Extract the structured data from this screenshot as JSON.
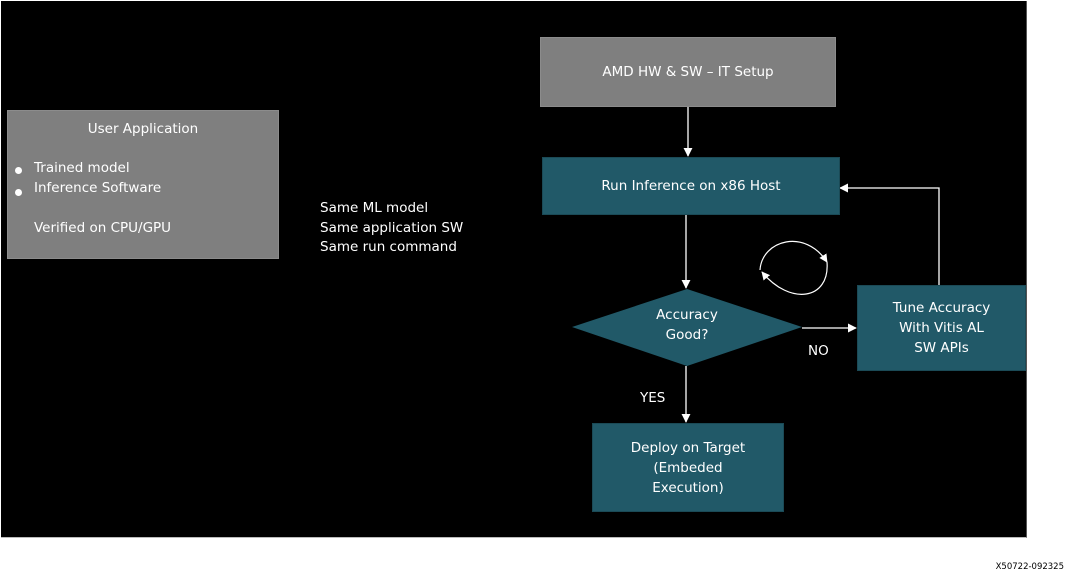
{
  "user_application": {
    "title": "User Application",
    "bullets": [
      "Trained model",
      "Inference Software"
    ],
    "note": "Verified on CPU/GPU"
  },
  "same_notes": [
    "Same ML model",
    "Same application SW",
    "Same run command"
  ],
  "flow": {
    "setup": "AMD HW & SW – IT Setup",
    "run_inference": "Run Inference on x86 Host",
    "decision": [
      "Accuracy",
      "Good?"
    ],
    "tune": [
      "Tune Accuracy",
      "With Vitis AL",
      "SW APIs"
    ],
    "deploy": [
      "Deploy on Target",
      "(Embeded",
      "Execution)"
    ],
    "yes_label": "YES",
    "no_label": "NO"
  },
  "colors": {
    "background": "#000000",
    "gray_box": "#7f7f7f",
    "teal_box": "#215968",
    "connector": "#ffffff"
  },
  "figure_id": "X50722-092325"
}
